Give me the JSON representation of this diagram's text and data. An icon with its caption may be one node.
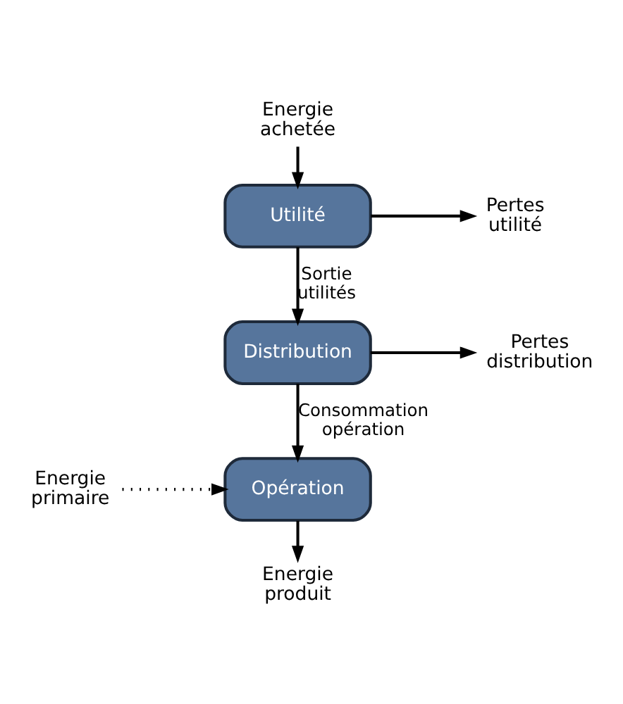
{
  "diagram": {
    "nodes": [
      {
        "text": [
          "Energie achetée"
        ]
      },
      {
        "text": [
          "Utilité"
        ]
      },
      {
        "text": [
          "Pertes utilité"
        ]
      },
      {
        "text": [
          "Distribution"
        ]
      },
      {
        "text": [
          "Pertes distribution"
        ]
      },
      {
        "text": [
          "Energie primaire"
        ]
      },
      {
        "text": [
          "Opération"
        ]
      },
      {
        "text": [
          "Energie produit"
        ]
      }
    ],
    "edges": [
      {
        "from": 0,
        "to": 1,
        "arrow": "to"
      },
      {
        "from": 1,
        "to": 2,
        "arrow": "to"
      },
      {
        "from": 1,
        "to": 3,
        "arrow": "to",
        "label": "Sortie utilités"
      },
      {
        "from": 3,
        "to": 4,
        "arrow": "to"
      },
      {
        "from": 3,
        "to": 6,
        "arrow": "to",
        "label": "Consommation opération"
      },
      {
        "from": 5,
        "to": 6,
        "arrow": "to",
        "style": "dashed"
      },
      {
        "from": 6,
        "to": 7,
        "arrow": "to"
      }
    ]
  }
}
